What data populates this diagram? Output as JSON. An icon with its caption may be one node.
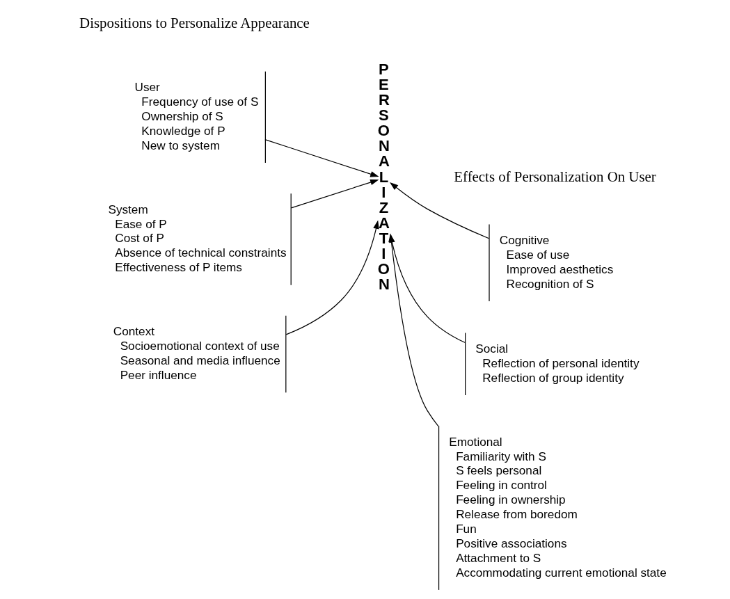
{
  "diagram": {
    "nodes": [
      {
        "text": [
          "User",
          "Frequency of use of S",
          "Ownership of S",
          "Knowledge of P",
          "New to system"
        ]
      },
      {
        "text": [
          "System",
          "Ease of P",
          "Cost of P",
          "Absence of technical constraints",
          "Effectiveness of P items"
        ]
      },
      {
        "text": [
          "Context",
          "Socioemotional context of use",
          "Seasonal and media influence",
          "Peer influence"
        ]
      },
      {
        "text": [
          "PERSONALIZATION"
        ]
      },
      {
        "text": [
          "Cognitive",
          "Ease of use",
          "Improved aesthetics",
          "Recognition of S"
        ]
      },
      {
        "text": [
          "Social",
          "Reflection of personal identity",
          "Reflection of group identity"
        ]
      },
      {
        "text": [
          "Emotional",
          "Familiarity with S",
          "S feels personal",
          "Feeling in control",
          "Feeling in ownership",
          "Release from boredom",
          "Fun",
          "Positive associations",
          "Attachment to S",
          "Accommodating current emotional state"
        ]
      }
    ],
    "edges": [
      {
        "from": 0,
        "to": 3,
        "arrow": "to"
      },
      {
        "from": 1,
        "to": 3,
        "arrow": "to"
      },
      {
        "from": 2,
        "to": 3,
        "arrow": "to"
      },
      {
        "from": 4,
        "to": 3,
        "arrow": "to"
      },
      {
        "from": 5,
        "to": 3,
        "arrow": "to"
      },
      {
        "from": 6,
        "to": 3,
        "arrow": "to"
      }
    ],
    "labels": [
      "Dispositions to Personalize Appearance",
      "Effects of Personalization On User"
    ]
  }
}
